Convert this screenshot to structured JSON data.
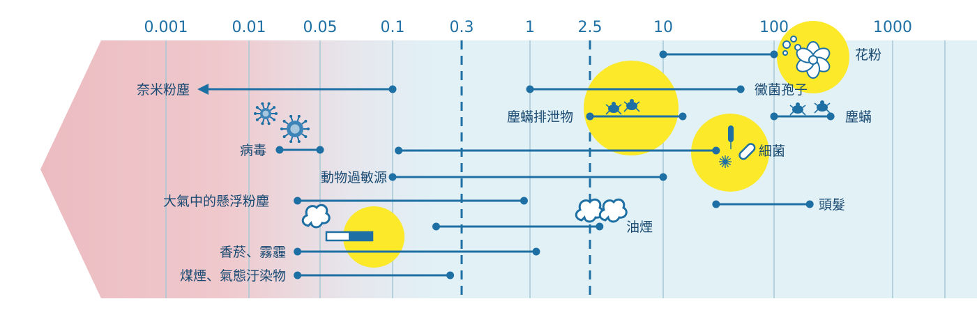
{
  "chart_data": {
    "type": "range",
    "xscale": "log",
    "xlim": [
      0.0003,
      5000
    ],
    "ticks": [
      {
        "value": 0.001,
        "label": "0.001"
      },
      {
        "value": 0.01,
        "label": "0.01"
      },
      {
        "value": 0.05,
        "label": "0.05"
      },
      {
        "value": 0.1,
        "label": "0.1"
      },
      {
        "value": 0.3,
        "label": "0.3"
      },
      {
        "value": 1,
        "label": "1"
      },
      {
        "value": 2.5,
        "label": "2.5"
      },
      {
        "value": 10,
        "label": "10"
      },
      {
        "value": 100,
        "label": "100"
      },
      {
        "value": 1000,
        "label": "1000"
      }
    ],
    "reference_lines": [
      0.3,
      2.5
    ],
    "ranges": [
      {
        "label": "花粉",
        "min": 10,
        "max": 100,
        "label_side": "right",
        "highlight": true
      },
      {
        "label": "奈米粉塵",
        "min": 0.0003,
        "max": 0.1,
        "label_side": "left",
        "arrow": true
      },
      {
        "label": "黴菌孢子",
        "min": 1,
        "max": 50,
        "label_side": "right",
        "highlight": true
      },
      {
        "label": "塵蟎排泄物",
        "min": 2.5,
        "max": 15,
        "label_side": "left",
        "highlight": true
      },
      {
        "label": "塵蟎",
        "min": 100,
        "max": 300,
        "label_side": "right"
      },
      {
        "label": "病毒",
        "min": 0.02,
        "max": 0.05,
        "label_side": "left"
      },
      {
        "label": "細菌",
        "min": 0.11,
        "max": 30,
        "label_side": "right",
        "highlight": true
      },
      {
        "label": "動物過敏源",
        "min": 0.1,
        "max": 10,
        "label_side": "left"
      },
      {
        "label": "大氣中的懸浮粉塵",
        "min": 0.03,
        "max": 0.9,
        "label_side": "left"
      },
      {
        "label": "頭髮",
        "min": 30,
        "max": 200,
        "label_side": "right"
      },
      {
        "label": "油煙",
        "min": 0.2,
        "max": 3,
        "label_side": "right"
      },
      {
        "label": "香菸、霧霾",
        "min": 0.03,
        "max": 1.1,
        "label_side": "left"
      },
      {
        "label": "煤煙、氣態汙染物",
        "min": 0.03,
        "max": 0.25,
        "label_side": "left"
      }
    ]
  },
  "colors": {
    "line": "#1e6fa3",
    "tick_text": "#1e6fa3",
    "label_text": "#1a4a72",
    "band_blue": "#e1f1f6",
    "band_pink": "#f0c9cc",
    "gridline": "#a7c7d6",
    "highlight": "#fbe92a",
    "dashed": "#1e6fa3"
  },
  "icons": {
    "pollen": "flower-pollen-icon",
    "dustmite": "dust-mite-icon",
    "virus": "virus-icon",
    "bacteria": "bacteria-icon",
    "smoke": "smoke-puff-icon",
    "cigarette": "cigarette-icon"
  }
}
